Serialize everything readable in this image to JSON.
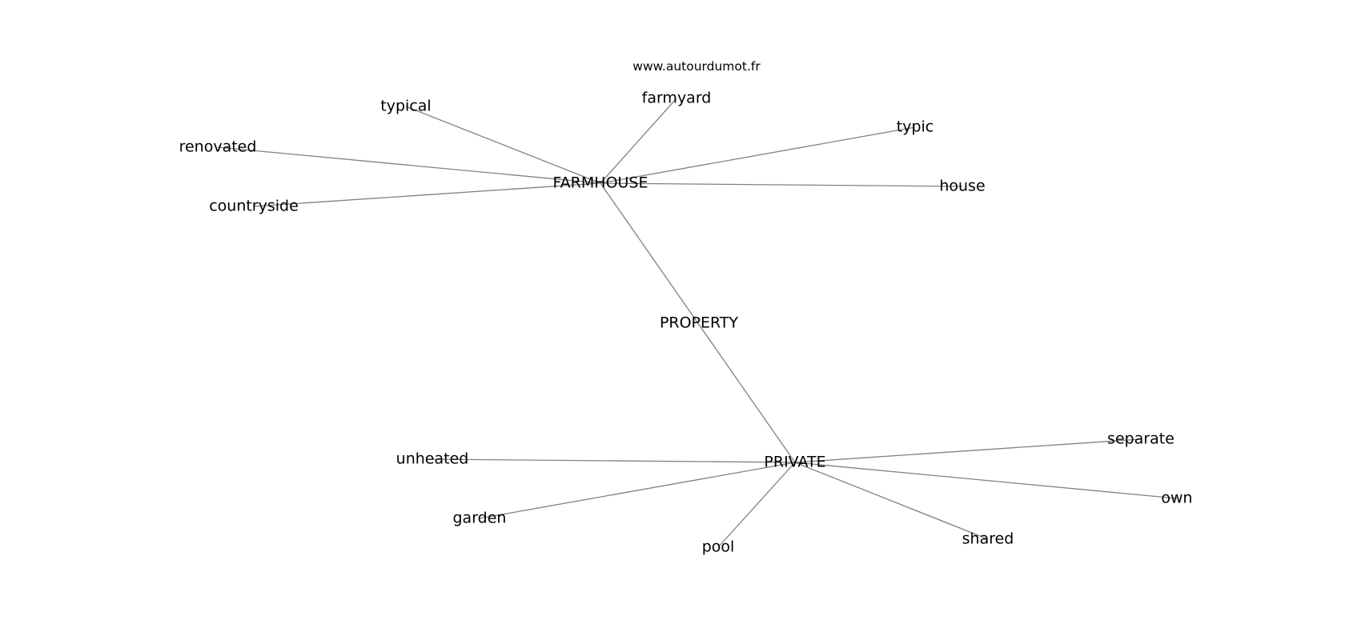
{
  "watermark": "www.autourdumot.fr",
  "graph": {
    "nodes": [
      {
        "id": "farmhouse",
        "label": "FARMHOUSE"
      },
      {
        "id": "property",
        "label": "PROPERTY"
      },
      {
        "id": "private",
        "label": "PRIVATE"
      },
      {
        "id": "typical",
        "label": "typical"
      },
      {
        "id": "farmyard",
        "label": "farmyard"
      },
      {
        "id": "typic",
        "label": "typic"
      },
      {
        "id": "renovated",
        "label": "renovated"
      },
      {
        "id": "countryside",
        "label": "countryside"
      },
      {
        "id": "house",
        "label": "house"
      },
      {
        "id": "unheated",
        "label": "unheated"
      },
      {
        "id": "separate",
        "label": "separate"
      },
      {
        "id": "garden",
        "label": "garden"
      },
      {
        "id": "own",
        "label": "own"
      },
      {
        "id": "pool",
        "label": "pool"
      },
      {
        "id": "shared",
        "label": "shared"
      }
    ],
    "edges": [
      {
        "source": "farmhouse",
        "target": "typical"
      },
      {
        "source": "farmhouse",
        "target": "farmyard"
      },
      {
        "source": "farmhouse",
        "target": "typic"
      },
      {
        "source": "farmhouse",
        "target": "renovated"
      },
      {
        "source": "farmhouse",
        "target": "countryside"
      },
      {
        "source": "farmhouse",
        "target": "house"
      },
      {
        "source": "farmhouse",
        "target": "private"
      },
      {
        "source": "private",
        "target": "unheated"
      },
      {
        "source": "private",
        "target": "separate"
      },
      {
        "source": "private",
        "target": "garden"
      },
      {
        "source": "private",
        "target": "own"
      },
      {
        "source": "private",
        "target": "pool"
      },
      {
        "source": "private",
        "target": "shared"
      }
    ]
  }
}
